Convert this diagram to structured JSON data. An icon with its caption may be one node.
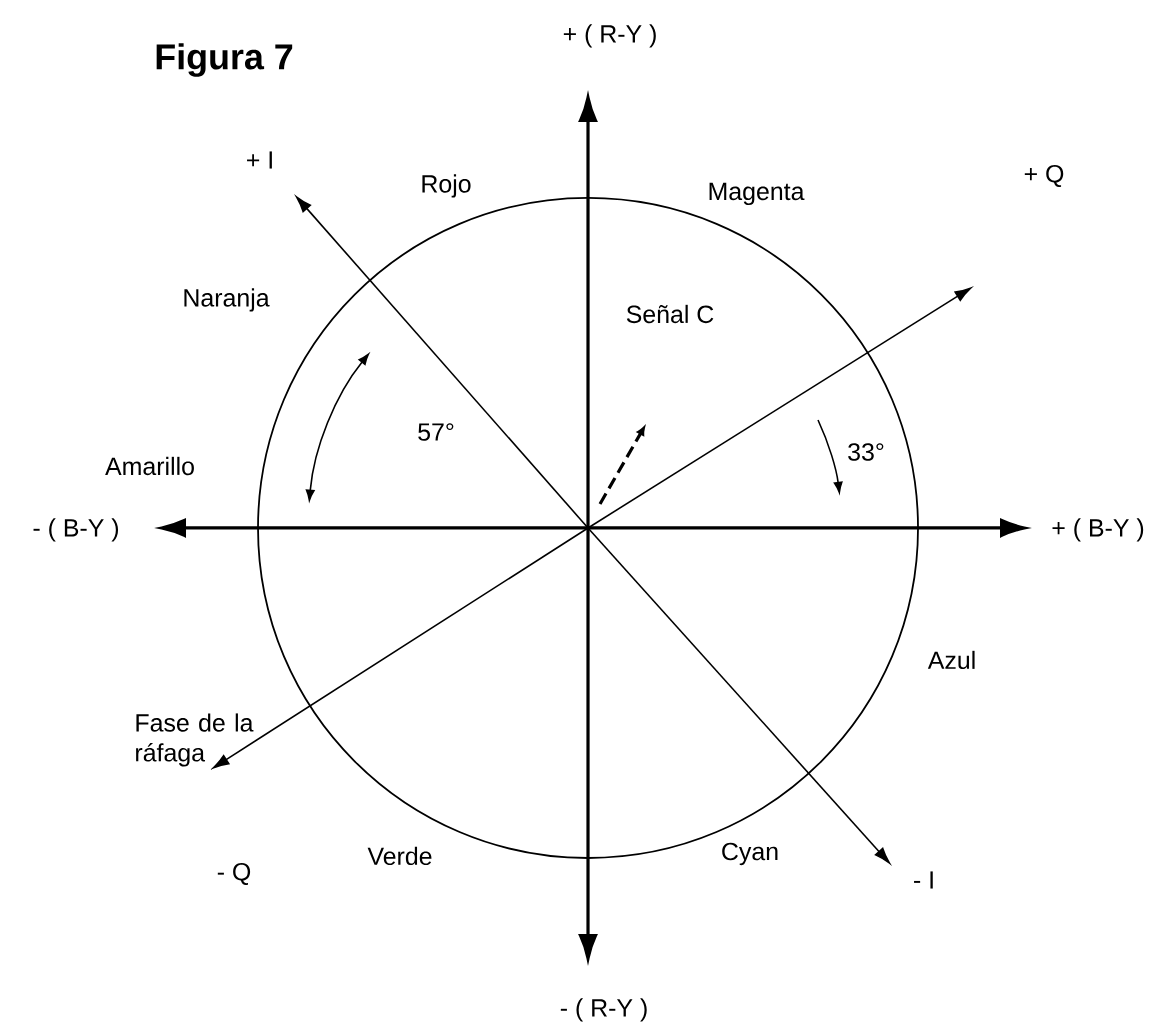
{
  "diagram": {
    "title": "Figura 7",
    "labels": [
      "+ ( R-Y )",
      "+ I",
      "Rojo",
      "Magenta",
      "+ Q",
      "Naranja",
      "Señal C",
      "57°",
      "33°",
      "Amarillo",
      "- ( B-Y )",
      "+ ( B-Y )",
      "Fase de la ráfaga",
      "Azul",
      "- Q",
      "Verde",
      "Cyan",
      "- I",
      "- ( R-Y )"
    ]
  }
}
